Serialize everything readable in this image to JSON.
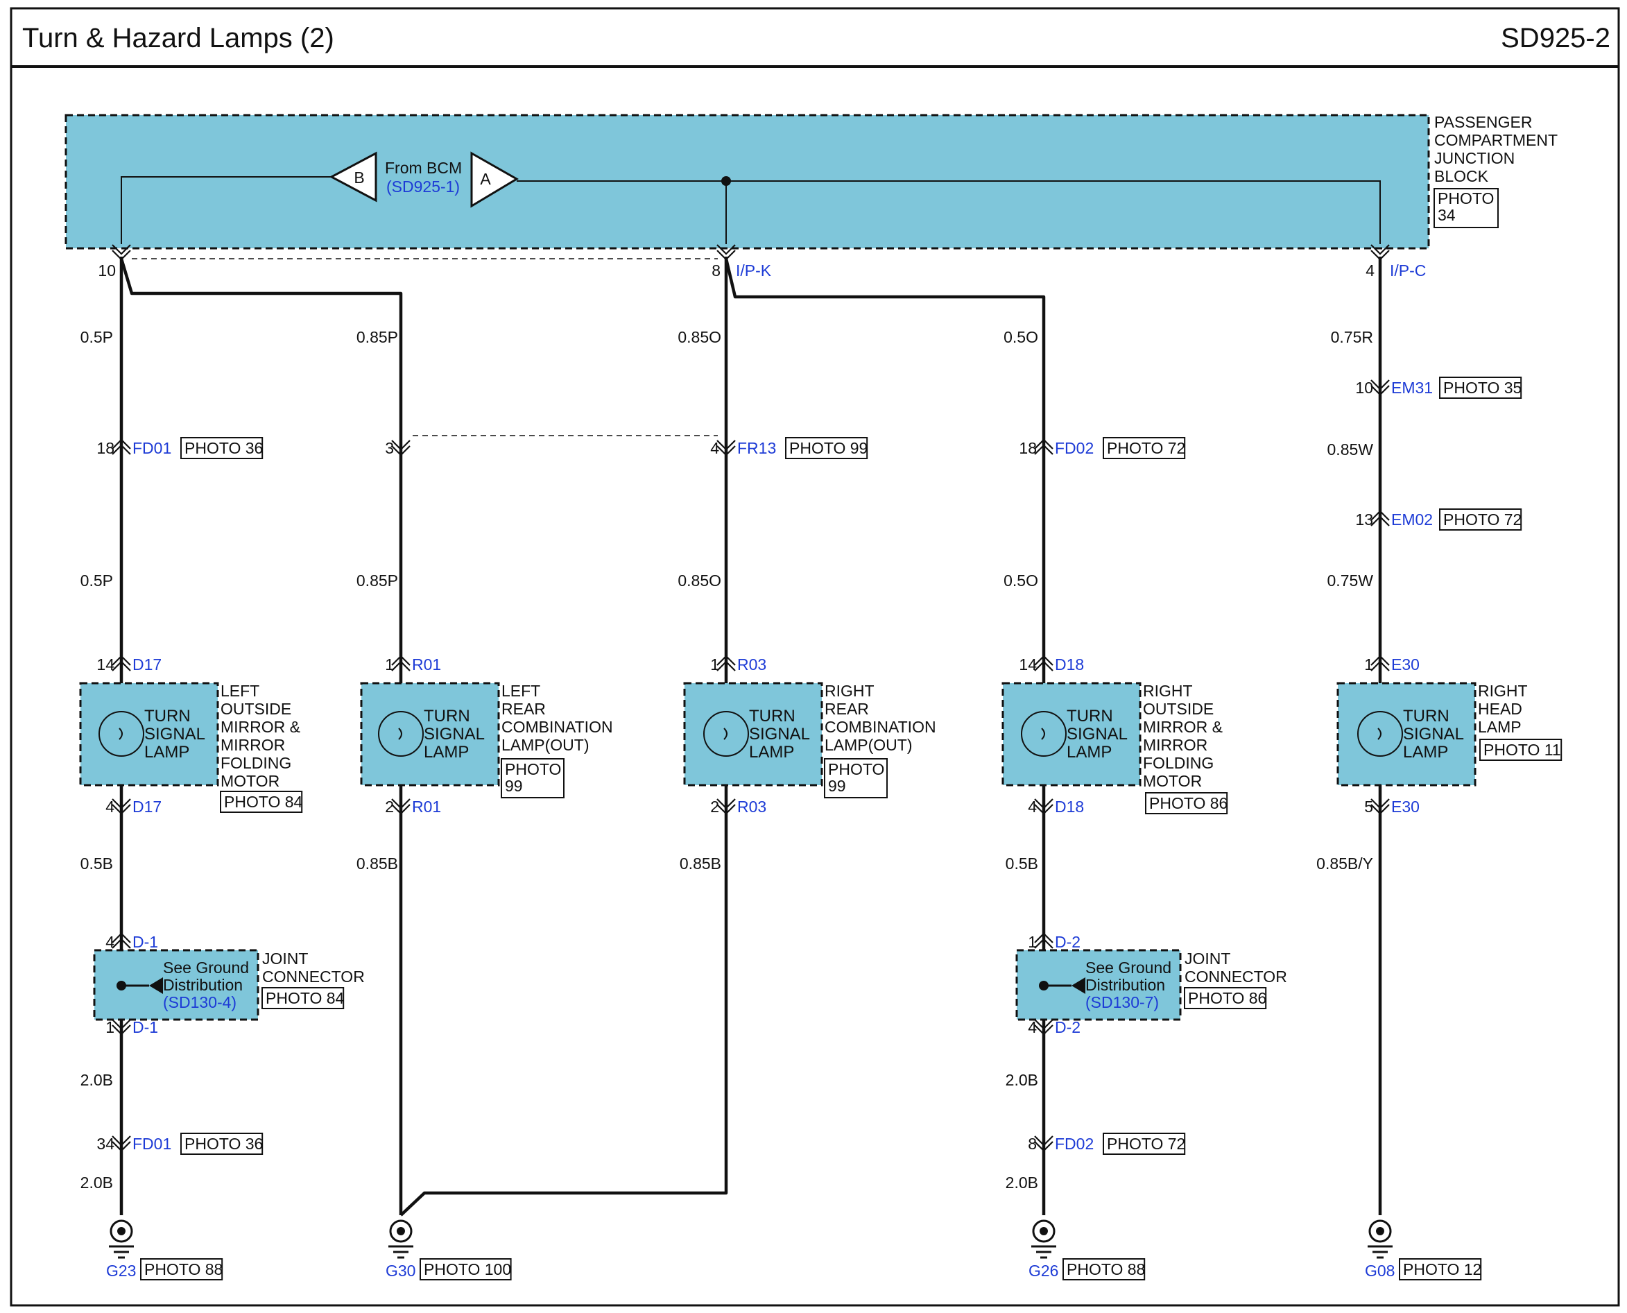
{
  "header": {
    "title": "Turn & Hazard Lamps (2)",
    "code": "SD925-2"
  },
  "colors": {
    "component_fill": "#7fc6da",
    "link_blue": "#1d3bd6",
    "line": "#111111"
  },
  "junction_block": {
    "name_lines": [
      "PASSENGER",
      "COMPARTMENT",
      "JUNCTION",
      "BLOCK"
    ],
    "photo_lines": [
      "PHOTO",
      "34"
    ],
    "from_label": "From BCM",
    "from_ref": "(SD925-1)",
    "port_b": "B",
    "port_a": "A"
  },
  "jb_pins": [
    {
      "pin": "10",
      "conn": ""
    },
    {
      "pin": "8",
      "conn": "I/P-K"
    },
    {
      "pin": "4",
      "conn": "I/P-C"
    }
  ],
  "wire_labels": [
    "0.5P",
    "0.85P",
    "0.85O",
    "0.5O",
    "0.75R",
    "0.5P",
    "0.85P",
    "0.85O",
    "0.5O",
    "0.85W",
    "0.75W",
    "0.5B",
    "0.85B",
    "0.85B",
    "0.5B",
    "0.85B/Y",
    "2.0B",
    "2.0B",
    "2.0B",
    "2.0B"
  ],
  "connectors": [
    {
      "pin": "18",
      "conn": "FD01",
      "photo": "PHOTO 36"
    },
    {
      "pin": "3",
      "conn": "",
      "photo": ""
    },
    {
      "pin": "4",
      "conn": "FR13",
      "photo": "PHOTO 99"
    },
    {
      "pin": "18",
      "conn": "FD02",
      "photo": "PHOTO 72"
    },
    {
      "pin": "10",
      "conn": "EM31",
      "photo": "PHOTO 35"
    },
    {
      "pin": "13",
      "conn": "EM02",
      "photo": "PHOTO 72"
    },
    {
      "pin": "14",
      "conn": "D17",
      "photo": ""
    },
    {
      "pin": "1",
      "conn": "R01",
      "photo": ""
    },
    {
      "pin": "1",
      "conn": "R03",
      "photo": ""
    },
    {
      "pin": "14",
      "conn": "D18",
      "photo": ""
    },
    {
      "pin": "1",
      "conn": "E30",
      "photo": ""
    },
    {
      "pin": "4",
      "conn": "D17",
      "photo": ""
    },
    {
      "pin": "2",
      "conn": "R01",
      "photo": ""
    },
    {
      "pin": "2",
      "conn": "R03",
      "photo": ""
    },
    {
      "pin": "4",
      "conn": "D18",
      "photo": ""
    },
    {
      "pin": "5",
      "conn": "E30",
      "photo": ""
    },
    {
      "pin": "4",
      "conn": "D-1",
      "photo": ""
    },
    {
      "pin": "1",
      "conn": "D-1",
      "photo": ""
    },
    {
      "pin": "1",
      "conn": "D-2",
      "photo": ""
    },
    {
      "pin": "4",
      "conn": "D-2",
      "photo": ""
    },
    {
      "pin": "34",
      "conn": "FD01",
      "photo": "PHOTO 36"
    },
    {
      "pin": "8",
      "conn": "FD02",
      "photo": "PHOTO 72"
    }
  ],
  "lamps": [
    {
      "inner": [
        "TURN",
        "SIGNAL",
        "LAMP"
      ],
      "desc": [
        "LEFT",
        "OUTSIDE",
        "MIRROR &",
        "MIRROR",
        "FOLDING",
        "MOTOR"
      ],
      "photo": "PHOTO 84"
    },
    {
      "inner": [
        "TURN",
        "SIGNAL",
        "LAMP"
      ],
      "desc": [
        "LEFT",
        "REAR",
        "COMBINATION",
        "LAMP(OUT)"
      ],
      "photo": "PHOTO\n99"
    },
    {
      "inner": [
        "TURN",
        "SIGNAL",
        "LAMP"
      ],
      "desc": [
        "RIGHT",
        "REAR",
        "COMBINATION",
        "LAMP(OUT)"
      ],
      "photo": "PHOTO\n99"
    },
    {
      "inner": [
        "TURN",
        "SIGNAL",
        "LAMP"
      ],
      "desc": [
        "RIGHT",
        "OUTSIDE",
        "MIRROR &",
        "MIRROR",
        "FOLDING",
        "MOTOR"
      ],
      "photo": "PHOTO 86"
    },
    {
      "inner": [
        "TURN",
        "SIGNAL",
        "LAMP"
      ],
      "desc": [
        "RIGHT",
        "HEAD",
        "LAMP"
      ],
      "photo": "PHOTO 11"
    }
  ],
  "joints": [
    {
      "lines": [
        "See Ground",
        "Distribution"
      ],
      "ref": "(SD130-4)",
      "desc": [
        "JOINT",
        "CONNECTOR"
      ],
      "photo": "PHOTO 84"
    },
    {
      "lines": [
        "See Ground",
        "Distribution"
      ],
      "ref": "(SD130-7)",
      "desc": [
        "JOINT",
        "CONNECTOR"
      ],
      "photo": "PHOTO 86"
    }
  ],
  "grounds": [
    {
      "name": "G23",
      "photo": "PHOTO 88"
    },
    {
      "name": "G30",
      "photo": "PHOTO 100"
    },
    {
      "name": "G26",
      "photo": "PHOTO 88"
    },
    {
      "name": "G08",
      "photo": "PHOTO 12"
    }
  ]
}
